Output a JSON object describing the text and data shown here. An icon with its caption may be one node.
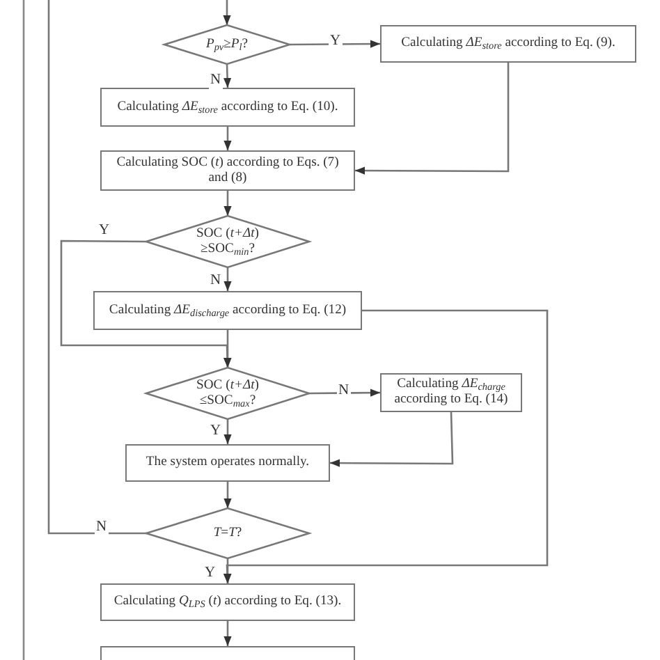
{
  "diagram": {
    "nodes": [
      {
        "text": [
          "*P*$_{pv}$≥*P*$_{l}$?"
        ]
      },
      {
        "text": [
          "Calculating *ΔE*$_{store}$ according to Eq. (9)."
        ]
      },
      {
        "text": [
          "Calculating *ΔE*$_{store}$ according to Eq. (10)."
        ]
      },
      {
        "text": [
          "Calculating SOC (*t*) according to Eqs. (7) and (8)"
        ]
      },
      {
        "text": [
          "SOC (*t+Δt*) ≥SOC$_{min}$?"
        ]
      },
      {
        "text": [
          "Calculating *ΔE*$_{discharge}$ according to Eq. (12)"
        ]
      },
      {
        "text": [
          "SOC (*t+Δt*) ≤SOC$_{max}$?"
        ]
      },
      {
        "text": [
          "Calculating *ΔE*$_{charge}$ according to Eq. (14)"
        ]
      },
      {
        "text": [
          "The system operates normally."
        ]
      },
      {
        "text": [
          "*T*=*T*?"
        ]
      },
      {
        "text": [
          "Calculating *Q*$_{LPS}$ (*t*) according to Eq. (13)."
        ]
      },
      {
        "text": [],
        "shape": "box"
      }
    ],
    "edges": [
      {
        "from": null,
        "to": 0,
        "arrow": "to"
      },
      {
        "from": 0,
        "to": 1,
        "arrow": "to",
        "label": "Y"
      },
      {
        "from": 0,
        "to": 2,
        "arrow": "to",
        "label": "N"
      },
      {
        "from": 2,
        "to": 3,
        "arrow": "to"
      },
      {
        "from": 1,
        "to": 3,
        "arrow": "to"
      },
      {
        "from": 3,
        "to": 4,
        "arrow": "to"
      },
      {
        "from": 4,
        "to": 5,
        "arrow": "to",
        "label": "N"
      },
      {
        "from": 4,
        "to": 6,
        "arrow": "to",
        "label": "Y"
      },
      {
        "from": 5,
        "to": 6,
        "arrow": "to"
      },
      {
        "from": 6,
        "to": 7,
        "arrow": "to",
        "label": "N"
      },
      {
        "from": 6,
        "to": 8,
        "arrow": "to",
        "label": "Y"
      },
      {
        "from": 7,
        "to": 8,
        "arrow": "to"
      },
      {
        "from": 8,
        "to": 9,
        "arrow": "to"
      },
      {
        "from": 9,
        "to": null,
        "arrow": "none",
        "label": "N"
      },
      {
        "from": 9,
        "to": 10,
        "arrow": "to",
        "label": "Y"
      },
      {
        "from": 5,
        "to": 10,
        "arrow": "to"
      },
      {
        "from": 10,
        "to": 11,
        "arrow": "to"
      }
    ]
  }
}
